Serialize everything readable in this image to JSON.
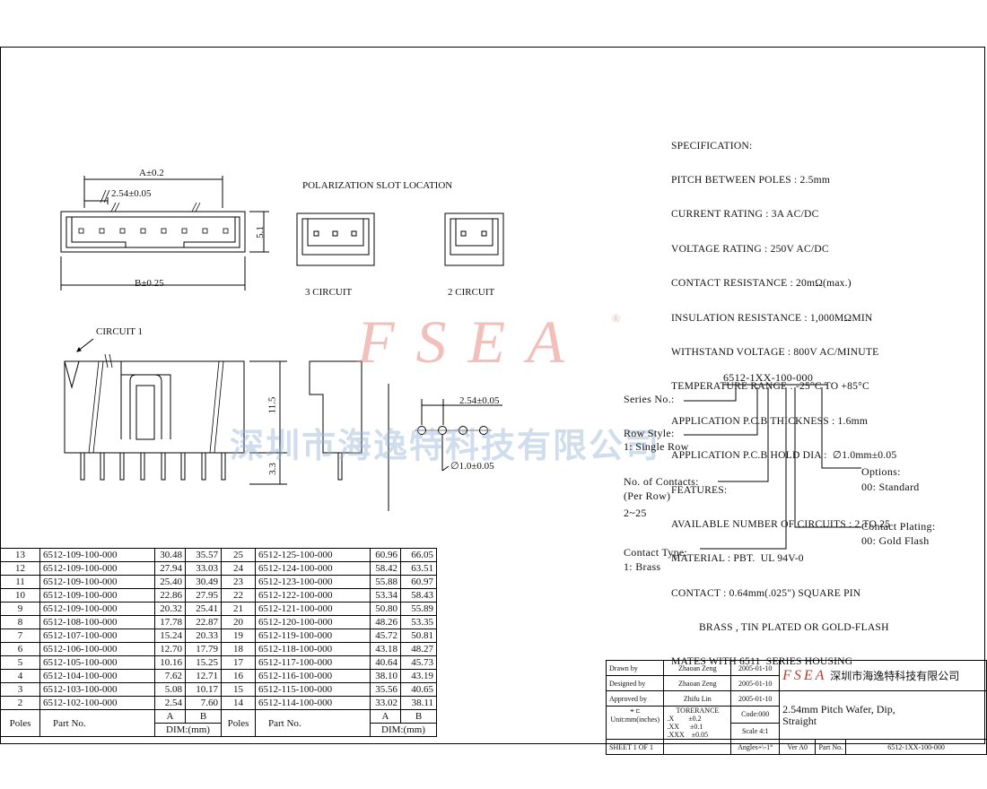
{
  "spec": {
    "lines": [
      "SPECIFICATION:",
      "PITCH BETWEEN POLES : 2.5mm",
      "CURRENT RATING : 3A AC/DC",
      "VOLTAGE RATING : 250V AC/DC",
      "CONTACT RESISTANCE : 20mΩ(max.)",
      "INSULATION RESISTANCE : 1,000MΩMIN",
      "WITHSTAND VOLTAGE : 800V AC/MINUTE",
      "TEMPERATURE RANGE : -25°C TO +85°C",
      "APPLICATION P.C.B THICKNESS : 1.6mm",
      "APPLICATION P.C.B HOLD DIA :  ∅1.0mm±0.05",
      "FEATURES:",
      "AVAILABLE NUMBER OF CIRCUITS : 2 TO 25",
      "MATERIAL : PBT.  UL 94V-0",
      "CONTACT : 0.64mm(.025\") SQUARE PIN",
      "          BRASS , TIN PLATED OR GOLD-FLASH",
      "MATES WITH 6511  SERIES HOUSING"
    ]
  },
  "drawing": {
    "dim_a": "A±0.2",
    "dim_pitch": "2.54±0.05",
    "dim_b": "B±0.25",
    "dim_height": "5.1",
    "polarization_title": "POLARIZATION SLOT LOCATION",
    "circuit3": "3 CIRCUIT",
    "circuit2": "2 CIRCUIT",
    "circuit1": "CIRCUIT 1",
    "dim_body": "11.5",
    "dim_pin": "3.3",
    "dim_pitch2": "2.54±0.05",
    "dim_hole": "∅1.0±0.05"
  },
  "watermark": {
    "fsea": "FSEA",
    "reg": "®",
    "company": "深圳市海逸特科技有限公司"
  },
  "part_numbering": {
    "code": "6512-1XX-100-000",
    "series_label": "Series No.:",
    "row_style_label": "Row Style:",
    "row_style_value": "1: Single Row",
    "contacts_label": "No. of Contacts:",
    "contacts_sub": "(Per Row)",
    "contacts_range": "2~25",
    "contact_type_label": "Contact Type:",
    "contact_type_value": "1: Brass",
    "options_label": "Options:",
    "options_value": "00: Standard",
    "plating_label": "Contact Plating:",
    "plating_value": "00: Gold Flash"
  },
  "table": {
    "headers": {
      "poles": "Poles",
      "part": "Part No.",
      "a": "A",
      "b": "B",
      "dim": "DIM:(mm)"
    },
    "rows": [
      [
        "13",
        "6512-109-100-000",
        "30.48",
        "35.57",
        "25",
        "6512-125-100-000",
        "60.96",
        "66.05"
      ],
      [
        "12",
        "6512-109-100-000",
        "27.94",
        "33.03",
        "24",
        "6512-124-100-000",
        "58.42",
        "63.51"
      ],
      [
        "11",
        "6512-109-100-000",
        "25.40",
        "30.49",
        "23",
        "6512-123-100-000",
        "55.88",
        "60.97"
      ],
      [
        "10",
        "6512-109-100-000",
        "22.86",
        "27.95",
        "22",
        "6512-122-100-000",
        "53.34",
        "58.43"
      ],
      [
        "9",
        "6512-109-100-000",
        "20.32",
        "25.41",
        "21",
        "6512-121-100-000",
        "50.80",
        "55.89"
      ],
      [
        "8",
        "6512-108-100-000",
        "17.78",
        "22.87",
        "20",
        "6512-120-100-000",
        "48.26",
        "53.35"
      ],
      [
        "7",
        "6512-107-100-000",
        "15.24",
        "20.33",
        "19",
        "6512-119-100-000",
        "45.72",
        "50.81"
      ],
      [
        "6",
        "6512-106-100-000",
        "12.70",
        "17.79",
        "18",
        "6512-118-100-000",
        "43.18",
        "48.27"
      ],
      [
        "5",
        "6512-105-100-000",
        "10.16",
        "15.25",
        "17",
        "6512-117-100-000",
        "40.64",
        "45.73"
      ],
      [
        "4",
        "6512-104-100-000",
        "7.62",
        "12.71",
        "16",
        "6512-116-100-000",
        "38.10",
        "43.19"
      ],
      [
        "3",
        "6512-103-100-000",
        "5.08",
        "10.17",
        "15",
        "6512-115-100-000",
        "35.56",
        "40.65"
      ],
      [
        "2",
        "6512-102-100-000",
        "2.54",
        "7.60",
        "14",
        "6512-114-100-000",
        "33.02",
        "38.11"
      ]
    ]
  },
  "title_block": {
    "drawn_label": "Drawn   by",
    "drawn_name": "Zhaoan Zeng",
    "drawn_date": "2005-01-10",
    "designed_label": "Designed by",
    "designed_name": "Zhaoan Zeng",
    "designed_date": "2005-01-10",
    "approved_label": "Approved by",
    "approved_name": "Zhifu Lin",
    "approved_date": "2005-01-10",
    "tolerance_label": "TORERANCE",
    "tol_x": ".X        ±0.2",
    "tol_xx": ".XX      ±0.1",
    "tol_xxx": ".XXX    ±0.05",
    "code": "Code:000",
    "scale": "Scale 4:1",
    "angles": "Angles+\\-1°",
    "units": "Unit:mm(inches)",
    "sheet": "SHEET 1 OF 1",
    "logo": "FSEA",
    "company": "深圳市海逸特科技有限公司",
    "title1": "2.54mm Pitch Wafer, Dip,",
    "title2": "Straight",
    "ver": "Ver A0",
    "part_label": "Part No.",
    "part_no": "6512-1XX-100-000"
  }
}
